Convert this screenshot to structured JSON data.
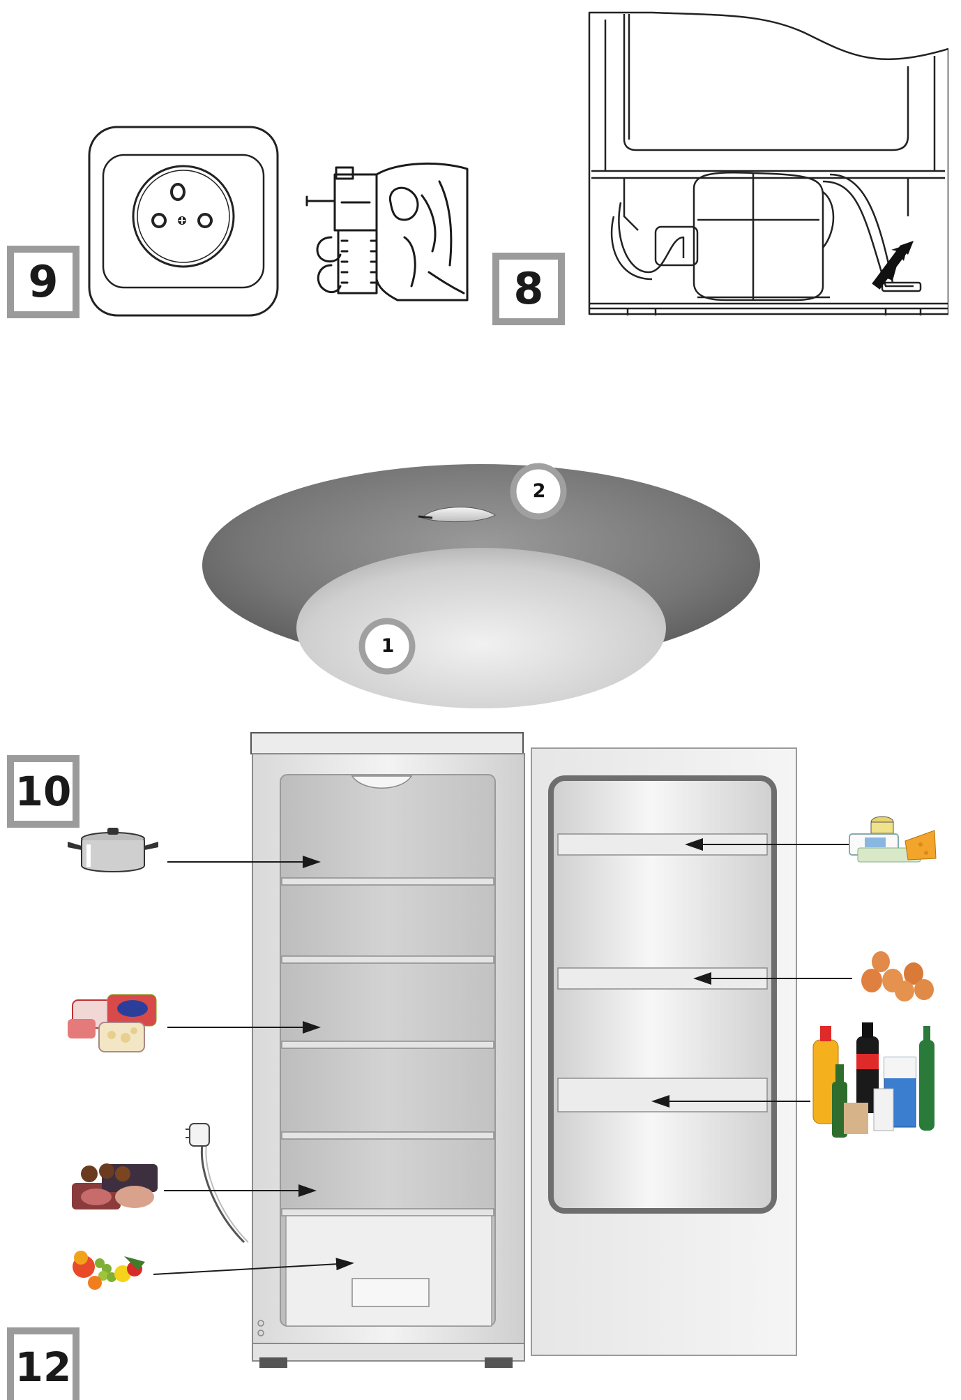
{
  "figures": {
    "socket_figure": {
      "label": "9"
    },
    "compressor_figure": {
      "label": "8"
    },
    "lamp_figure": {
      "callouts": [
        "1",
        "2"
      ]
    },
    "storage_figure_label": "10",
    "bottom_label": "12"
  },
  "icons": {
    "cooked_food": "pot-icon",
    "packaged_food": "packaged-food-icon",
    "meat": "meat-icon",
    "vegetables": "fruit-vegetables-icon",
    "dairy": "cheese-butter-icon",
    "eggs": "eggs-icon",
    "bottles": "bottles-icon",
    "plug": "power-plug-icon",
    "arrow": "arrow-icon"
  },
  "colors": {
    "badge_border": "#9b9b9b",
    "lamp_outer": "#7a7a7a",
    "lamp_inner": "#d8d8d8",
    "fridge_interior": "#cfcfcf",
    "line": "#2a2a2a"
  }
}
